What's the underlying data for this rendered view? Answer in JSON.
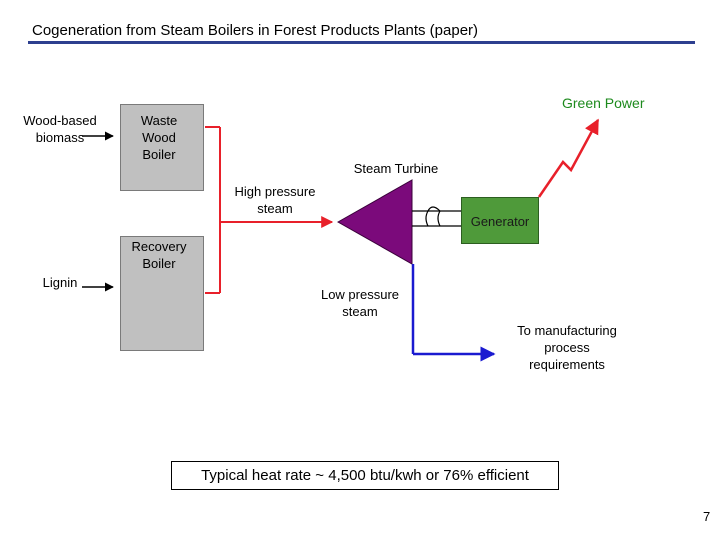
{
  "title": "Cogeneration from Steam Boilers in Forest Products Plants (paper)",
  "colors": {
    "title_rule": "#2d3f8f",
    "boiler_fill": "#c0c0c0",
    "turbine_fill": "#7b0a7b",
    "generator_fill": "#4f9a3a",
    "high_pressure_line": "#e8202a",
    "low_pressure_line": "#1a1ad0",
    "power_line": "#e8202a",
    "green_power_text": "#1d8a1d"
  },
  "inputs": {
    "wood_biomass": "Wood-based\nbiomass",
    "lignin": "Lignin"
  },
  "boilers": {
    "waste_wood": "Waste\nWood\nBoiler",
    "recovery": "Recovery\nBoiler"
  },
  "steam": {
    "high_pressure": "High pressure\nsteam",
    "low_pressure": "Low pressure\nsteam"
  },
  "turbine_label": "Steam Turbine",
  "generator_label": "Generator",
  "green_power": "Green Power",
  "process_label": "To manufacturing\nprocess\nrequirements",
  "heat_rate": "Typical heat rate ~ 4,500 btu/kwh or 76% efficient",
  "page_number": "7",
  "icons": {
    "coupling": "shaft-coupling-icon",
    "lightning": "lightning-bolt-icon"
  }
}
